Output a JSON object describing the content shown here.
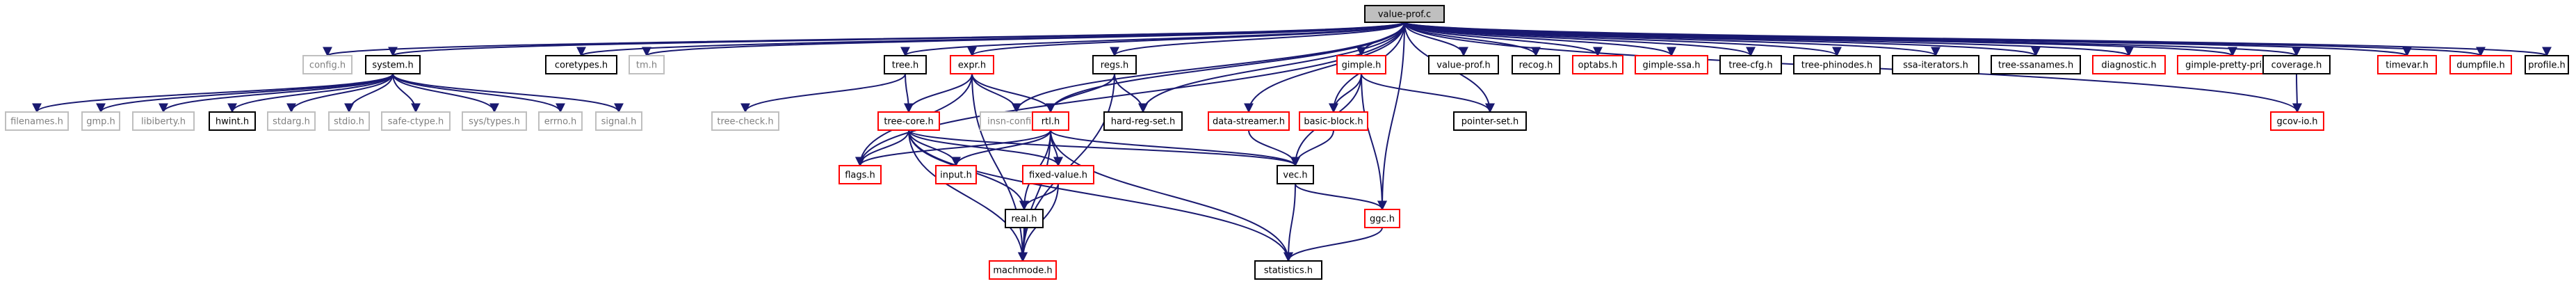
{
  "colors": {
    "edge": "#191970",
    "root_fill": "#bfbfbf",
    "black": "#000000",
    "gray": "#bfbfbf",
    "red": "#ff0000",
    "text_dark": "#000000",
    "text_gray": "#7f7f7f"
  },
  "nodes": [
    {
      "id": "value-prof.c",
      "label": "value-prof.c",
      "style": "root"
    },
    {
      "id": "config.h",
      "label": "config.h",
      "style": "gray"
    },
    {
      "id": "system.h",
      "label": "system.h",
      "style": "black"
    },
    {
      "id": "coretypes.h",
      "label": "coretypes.h",
      "style": "black"
    },
    {
      "id": "tm.h",
      "label": "tm.h",
      "style": "gray"
    },
    {
      "id": "tree.h",
      "label": "tree.h",
      "style": "black"
    },
    {
      "id": "expr.h",
      "label": "expr.h",
      "style": "red"
    },
    {
      "id": "regs.h",
      "label": "regs.h",
      "style": "black"
    },
    {
      "id": "gimple.h",
      "label": "gimple.h",
      "style": "red"
    },
    {
      "id": "value-prof.h",
      "label": "value-prof.h",
      "style": "black"
    },
    {
      "id": "recog.h",
      "label": "recog.h",
      "style": "black"
    },
    {
      "id": "optabs.h",
      "label": "optabs.h",
      "style": "red"
    },
    {
      "id": "gimple-ssa.h",
      "label": "gimple-ssa.h",
      "style": "red"
    },
    {
      "id": "tree-cfg.h",
      "label": "tree-cfg.h",
      "style": "black"
    },
    {
      "id": "tree-phinodes.h",
      "label": "tree-phinodes.h",
      "style": "black"
    },
    {
      "id": "ssa-iterators.h",
      "label": "ssa-iterators.h",
      "style": "black"
    },
    {
      "id": "tree-ssanames.h",
      "label": "tree-ssanames.h",
      "style": "black"
    },
    {
      "id": "diagnostic.h",
      "label": "diagnostic.h",
      "style": "red"
    },
    {
      "id": "gimple-pretty-print.h",
      "label": "gimple-pretty-print.h",
      "style": "red"
    },
    {
      "id": "coverage.h",
      "label": "coverage.h",
      "style": "black"
    },
    {
      "id": "timevar.h",
      "label": "timevar.h",
      "style": "red"
    },
    {
      "id": "dumpfile.h",
      "label": "dumpfile.h",
      "style": "red"
    },
    {
      "id": "profile.h",
      "label": "profile.h",
      "style": "black"
    },
    {
      "id": "filenames.h",
      "label": "filenames.h",
      "style": "gray"
    },
    {
      "id": "gmp.h",
      "label": "gmp.h",
      "style": "gray"
    },
    {
      "id": "libiberty.h",
      "label": "libiberty.h",
      "style": "gray"
    },
    {
      "id": "hwint.h",
      "label": "hwint.h",
      "style": "black"
    },
    {
      "id": "stdarg.h",
      "label": "stdarg.h",
      "style": "gray"
    },
    {
      "id": "stdio.h",
      "label": "stdio.h",
      "style": "gray"
    },
    {
      "id": "safe-ctype.h",
      "label": "safe-ctype.h",
      "style": "gray"
    },
    {
      "id": "sys/types.h",
      "label": "sys/types.h",
      "style": "gray"
    },
    {
      "id": "errno.h",
      "label": "errno.h",
      "style": "gray"
    },
    {
      "id": "signal.h",
      "label": "signal.h",
      "style": "gray"
    },
    {
      "id": "tree-check.h",
      "label": "tree-check.h",
      "style": "gray"
    },
    {
      "id": "tree-core.h",
      "label": "tree-core.h",
      "style": "red"
    },
    {
      "id": "insn-config.h",
      "label": "insn-config.h",
      "style": "gray"
    },
    {
      "id": "rtl.h",
      "label": "rtl.h",
      "style": "red"
    },
    {
      "id": "hard-reg-set.h",
      "label": "hard-reg-set.h",
      "style": "black"
    },
    {
      "id": "data-streamer.h",
      "label": "data-streamer.h",
      "style": "red"
    },
    {
      "id": "basic-block.h",
      "label": "basic-block.h",
      "style": "red"
    },
    {
      "id": "pointer-set.h",
      "label": "pointer-set.h",
      "style": "black"
    },
    {
      "id": "gcov-io.h",
      "label": "gcov-io.h",
      "style": "red"
    },
    {
      "id": "flags.h",
      "label": "flags.h",
      "style": "red"
    },
    {
      "id": "input.h",
      "label": "input.h",
      "style": "red"
    },
    {
      "id": "fixed-value.h",
      "label": "fixed-value.h",
      "style": "red"
    },
    {
      "id": "vec.h",
      "label": "vec.h",
      "style": "black"
    },
    {
      "id": "real.h",
      "label": "real.h",
      "style": "black"
    },
    {
      "id": "ggc.h",
      "label": "ggc.h",
      "style": "red"
    },
    {
      "id": "machmode.h",
      "label": "machmode.h",
      "style": "red"
    },
    {
      "id": "statistics.h",
      "label": "statistics.h",
      "style": "black"
    }
  ],
  "edges": [
    [
      "value-prof.c",
      "config.h"
    ],
    [
      "value-prof.c",
      "system.h"
    ],
    [
      "value-prof.c",
      "coretypes.h"
    ],
    [
      "value-prof.c",
      "tm.h"
    ],
    [
      "value-prof.c",
      "tree.h"
    ],
    [
      "value-prof.c",
      "expr.h"
    ],
    [
      "value-prof.c",
      "regs.h"
    ],
    [
      "value-prof.c",
      "gimple.h"
    ],
    [
      "value-prof.c",
      "value-prof.h"
    ],
    [
      "value-prof.c",
      "recog.h"
    ],
    [
      "value-prof.c",
      "optabs.h"
    ],
    [
      "value-prof.c",
      "gimple-ssa.h"
    ],
    [
      "value-prof.c",
      "tree-cfg.h"
    ],
    [
      "value-prof.c",
      "tree-phinodes.h"
    ],
    [
      "value-prof.c",
      "ssa-iterators.h"
    ],
    [
      "value-prof.c",
      "tree-ssanames.h"
    ],
    [
      "value-prof.c",
      "diagnostic.h"
    ],
    [
      "value-prof.c",
      "gimple-pretty-print.h"
    ],
    [
      "value-prof.c",
      "coverage.h"
    ],
    [
      "value-prof.c",
      "timevar.h"
    ],
    [
      "value-prof.c",
      "dumpfile.h"
    ],
    [
      "value-prof.c",
      "profile.h"
    ],
    [
      "value-prof.c",
      "flags.h"
    ],
    [
      "value-prof.c",
      "rtl.h"
    ],
    [
      "value-prof.c",
      "insn-config.h"
    ],
    [
      "value-prof.c",
      "hard-reg-set.h"
    ],
    [
      "value-prof.c",
      "data-streamer.h"
    ],
    [
      "value-prof.c",
      "basic-block.h"
    ],
    [
      "value-prof.c",
      "pointer-set.h"
    ],
    [
      "value-prof.c",
      "ggc.h"
    ],
    [
      "value-prof.c",
      "gcov-io.h"
    ],
    [
      "system.h",
      "filenames.h"
    ],
    [
      "system.h",
      "gmp.h"
    ],
    [
      "system.h",
      "libiberty.h"
    ],
    [
      "system.h",
      "hwint.h"
    ],
    [
      "system.h",
      "stdarg.h"
    ],
    [
      "system.h",
      "stdio.h"
    ],
    [
      "system.h",
      "safe-ctype.h"
    ],
    [
      "system.h",
      "sys/types.h"
    ],
    [
      "system.h",
      "errno.h"
    ],
    [
      "system.h",
      "signal.h"
    ],
    [
      "tree.h",
      "tree-check.h"
    ],
    [
      "tree.h",
      "tree-core.h"
    ],
    [
      "expr.h",
      "tree-core.h"
    ],
    [
      "expr.h",
      "insn-config.h"
    ],
    [
      "expr.h",
      "rtl.h"
    ],
    [
      "expr.h",
      "flags.h"
    ],
    [
      "expr.h",
      "machmode.h"
    ],
    [
      "regs.h",
      "rtl.h"
    ],
    [
      "regs.h",
      "hard-reg-set.h"
    ],
    [
      "regs.h",
      "machmode.h"
    ],
    [
      "gimple.h",
      "basic-block.h"
    ],
    [
      "gimple.h",
      "pointer-set.h"
    ],
    [
      "gimple.h",
      "vec.h"
    ],
    [
      "gimple.h",
      "ggc.h"
    ],
    [
      "coverage.h",
      "gcov-io.h"
    ],
    [
      "tree-core.h",
      "flags.h"
    ],
    [
      "tree-core.h",
      "input.h"
    ],
    [
      "tree-core.h",
      "fixed-value.h"
    ],
    [
      "tree-core.h",
      "real.h"
    ],
    [
      "tree-core.h",
      "machmode.h"
    ],
    [
      "tree-core.h",
      "vec.h"
    ],
    [
      "tree-core.h",
      "statistics.h"
    ],
    [
      "rtl.h",
      "flags.h"
    ],
    [
      "rtl.h",
      "input.h"
    ],
    [
      "rtl.h",
      "fixed-value.h"
    ],
    [
      "rtl.h",
      "real.h"
    ],
    [
      "rtl.h",
      "machmode.h"
    ],
    [
      "rtl.h",
      "vec.h"
    ],
    [
      "rtl.h",
      "statistics.h"
    ],
    [
      "data-streamer.h",
      "vec.h"
    ],
    [
      "basic-block.h",
      "vec.h"
    ],
    [
      "fixed-value.h",
      "real.h"
    ],
    [
      "fixed-value.h",
      "machmode.h"
    ],
    [
      "real.h",
      "machmode.h"
    ],
    [
      "vec.h",
      "ggc.h"
    ],
    [
      "vec.h",
      "statistics.h"
    ],
    [
      "ggc.h",
      "statistics.h"
    ]
  ]
}
